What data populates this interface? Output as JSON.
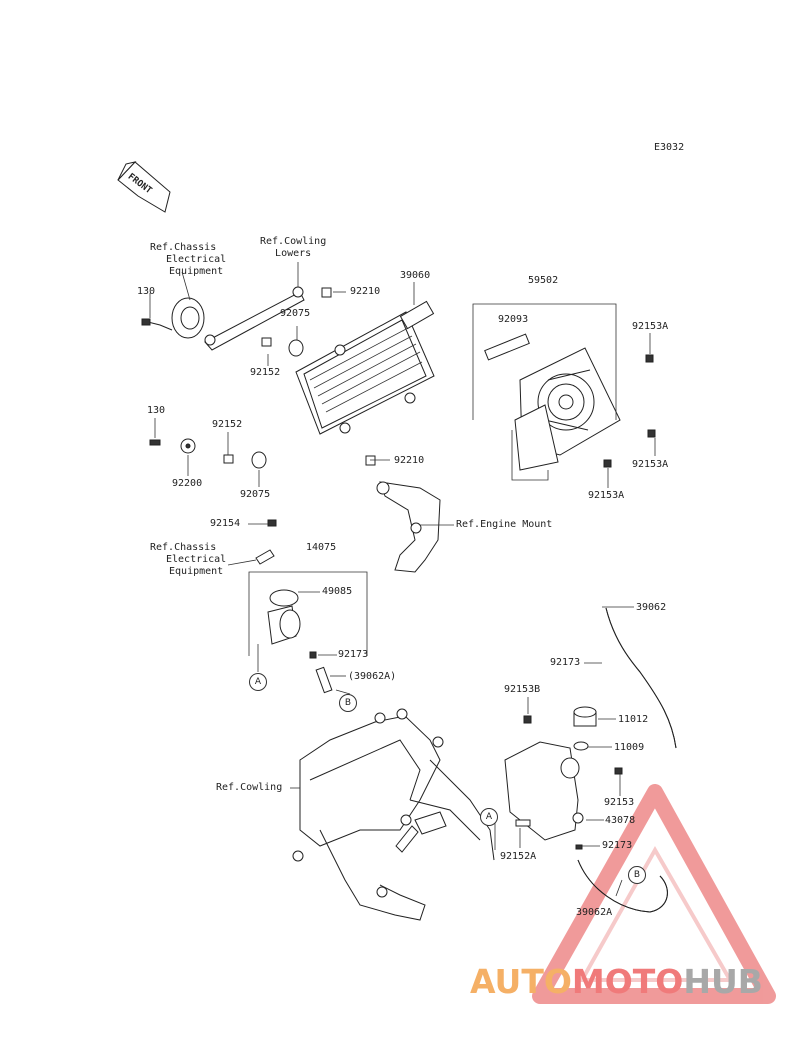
{
  "diagram_code": "E3032",
  "front_label": "FRONT",
  "refs": {
    "chassis_electrical_1": [
      "Ref.Chassis",
      "Electrical",
      "Equipment"
    ],
    "cowling_lowers": [
      "Ref.Cowling",
      "Lowers"
    ],
    "engine_mount": "Ref.Engine Mount",
    "chassis_electrical_2": [
      "Ref.Chassis",
      "Electrical",
      "Equipment"
    ],
    "cowling": "Ref.Cowling"
  },
  "parts": {
    "p130_top": "130",
    "p92075_top": "92075",
    "p92152_top": "92152",
    "p92210_top": "92210",
    "p39060": "39060",
    "p59502": "59502",
    "p92093": "92093",
    "p92153a_1": "92153A",
    "p130_bot": "130",
    "p92152_bot": "92152",
    "p92200": "92200",
    "p92075_bot": "92075",
    "p92210_bot": "92210",
    "p92153a_2": "92153A",
    "p92153a_3": "92153A",
    "p92154": "92154",
    "p14075": "14075",
    "p49085": "49085",
    "p92173_1": "92173",
    "p39062a_ref": "(39062A)",
    "p39062": "39062",
    "p92173_2": "92173",
    "p92153b": "92153B",
    "p11012": "11012",
    "p11009": "11009",
    "p92153": "92153",
    "p43078": "43078",
    "p92152a": "92152A",
    "p92173_3": "92173",
    "p39062a": "39062A"
  },
  "connectors": {
    "a": "A",
    "b": "B"
  },
  "watermark": {
    "part1": "AUTO",
    "part2": "MOTO",
    "part3": "HUB"
  },
  "colors": {
    "watermark_orange": "#f5b066",
    "watermark_red": "#f07a7a",
    "watermark_gray": "#a8a8a8"
  }
}
